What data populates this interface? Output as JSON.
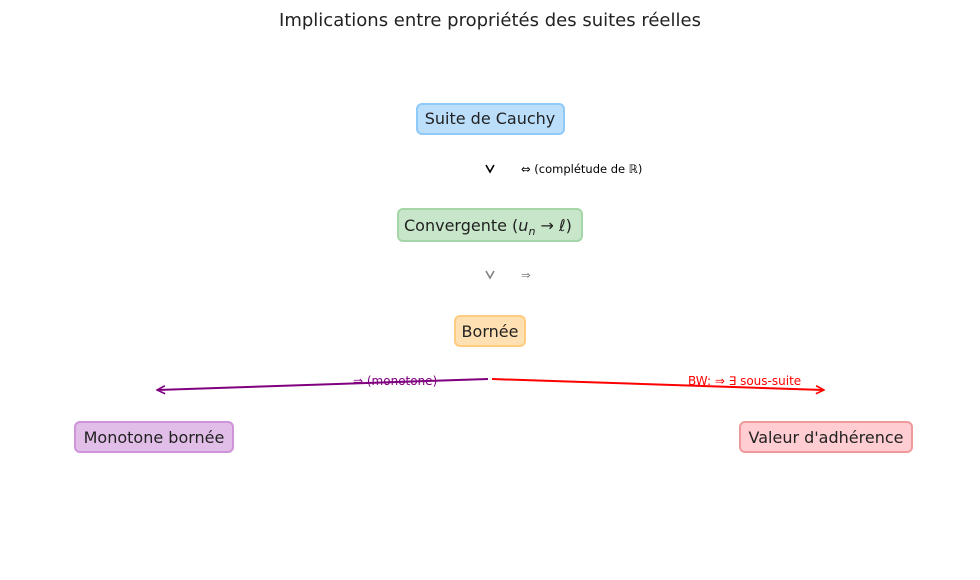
{
  "title": "Implications entre propriétés des suites réelles",
  "nodes": {
    "cauchy": {
      "label": "Suite de Cauchy",
      "fill": "#bbdefb",
      "stroke": "#90caf9"
    },
    "convergente": {
      "label": "Convergente (",
      "math_u": "u",
      "math_n": "n",
      "math_rest": " → ℓ)",
      "fill": "#c8e6c9",
      "stroke": "#a5d6a7"
    },
    "bornee": {
      "label": "Bornée",
      "fill": "#ffe0b2",
      "stroke": "#ffcc80"
    },
    "monotone": {
      "label": "Monotone bornée",
      "fill": "#e1bee7",
      "stroke": "#ce93d8"
    },
    "adherence": {
      "label": "Valeur d'adhérence",
      "fill": "#ffcdd2",
      "stroke": "#ef9a9a"
    }
  },
  "edges": {
    "cauchy_convergente": {
      "label": "⇔  (complétude de ℝ)",
      "color": "#000000"
    },
    "convergente_bornee": {
      "label": "⇒",
      "color": "#808080"
    },
    "bornee_monotone": {
      "label": "⇒ (monotone)",
      "color": "#800080"
    },
    "bornee_adherence": {
      "label": "BW:  ⇒ ∃ sous-suite",
      "color": "#ff0000"
    }
  }
}
